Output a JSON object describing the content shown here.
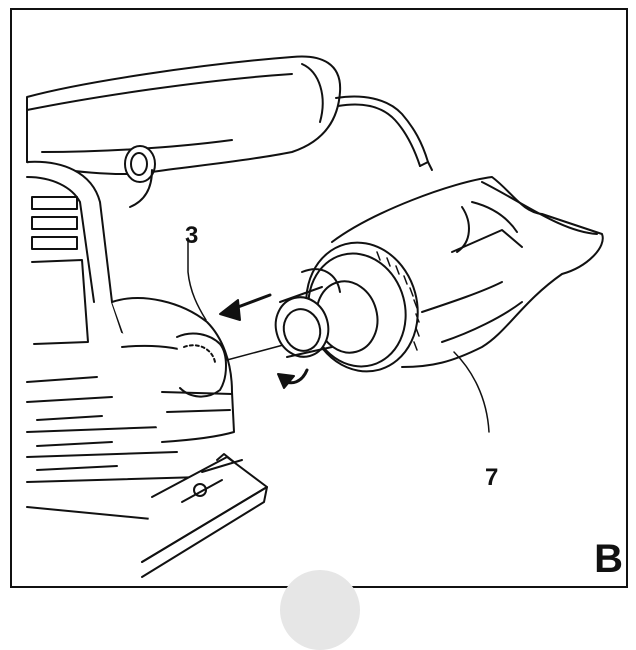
{
  "figure": {
    "letter": "B",
    "callouts": [
      {
        "id": "3",
        "text": "3"
      },
      {
        "id": "7",
        "text": "7"
      }
    ]
  },
  "colors": {
    "line": "#111111",
    "background": "#ffffff",
    "overlay_circle": "#e6e6e6"
  }
}
